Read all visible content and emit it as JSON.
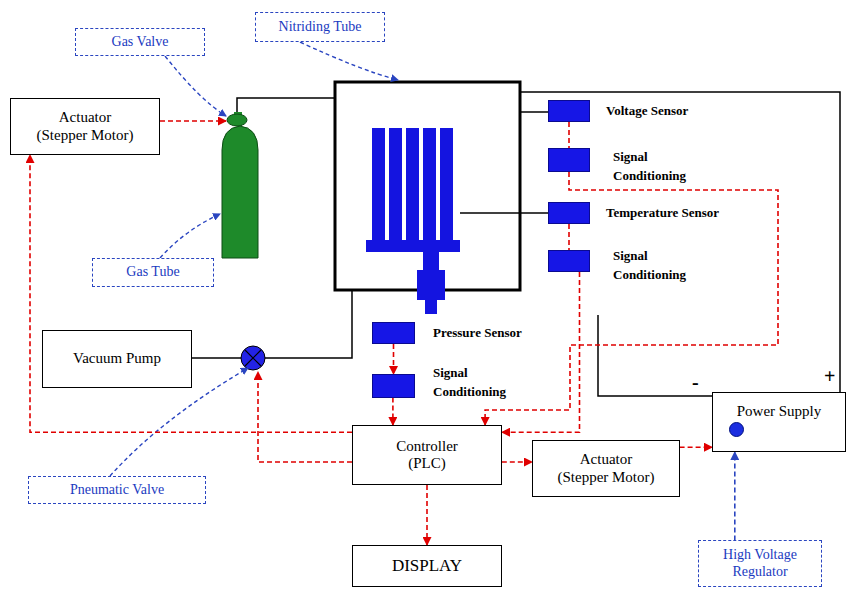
{
  "diagram": {
    "nodes": [
      {
        "text": [
          "Gas Valve"
        ]
      },
      {
        "text": [
          "Nitriding Tube"
        ]
      },
      {
        "text": [
          "Actuator (Stepper Motor)"
        ]
      },
      {
        "text": [
          "Voltage Sensor"
        ]
      },
      {
        "text": [
          "Signal Conditioning"
        ]
      },
      {
        "text": [
          "Temperature Sensor"
        ]
      },
      {
        "text": [
          "Signal Conditioning"
        ]
      },
      {
        "text": [
          "Gas Tube"
        ]
      },
      {
        "text": [
          "Vacuum Pump"
        ]
      },
      {
        "text": [
          "Pressure Sensor"
        ]
      },
      {
        "text": [
          "Signal Conditioning"
        ]
      },
      {
        "text": [
          "Controller (PLC)"
        ]
      },
      {
        "text": [
          "Actuator (Stepper Motor)"
        ]
      },
      {
        "text": [
          "Power Supply"
        ]
      },
      {
        "text": [
          "Pneumatic Valve"
        ]
      },
      {
        "text": [
          "DISPLAY"
        ]
      },
      {
        "text": [
          "High Voltage Regulator"
        ]
      }
    ],
    "edges": [
      {
        "from": 3,
        "to": 4,
        "arrow": "none"
      },
      {
        "from": 4,
        "to": 11,
        "arrow": "to"
      },
      {
        "from": 5,
        "to": 6,
        "arrow": "none"
      },
      {
        "from": 6,
        "to": 11,
        "arrow": "to"
      },
      {
        "from": 9,
        "to": 10,
        "arrow": "to"
      },
      {
        "from": 10,
        "to": 11,
        "arrow": "to"
      },
      {
        "from": 11,
        "to": 2,
        "arrow": "to"
      },
      {
        "from": 11,
        "to": 12,
        "arrow": "to"
      },
      {
        "from": 12,
        "to": 13,
        "arrow": "to"
      },
      {
        "from": 11,
        "to": 15,
        "arrow": "to"
      },
      {
        "from": 16,
        "to": 13,
        "arrow": "to"
      }
    ],
    "labels": [
      "+",
      "-"
    ]
  }
}
